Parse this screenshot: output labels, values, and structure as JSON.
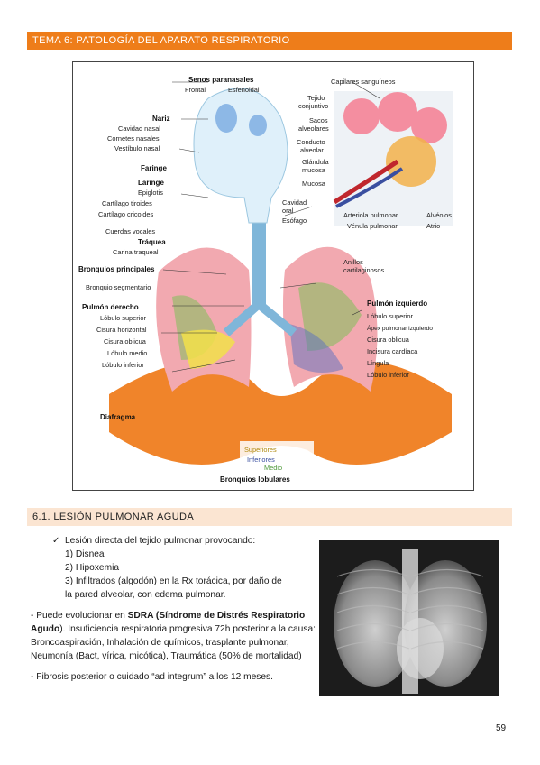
{
  "header": {
    "title": "TEMA 6: PATOLOGÍA DEL APARATO RESPIRATORIO"
  },
  "figure": {
    "left_labels": {
      "senos_title": "Senos paranasales",
      "frontal": "Frontal",
      "esfenoidal": "Esfenoidal",
      "nariz": "Nariz",
      "cavidad_nasal": "Cavidad nasal",
      "cornetes": "Cornetes nasales",
      "vestibulo": "Vestíbulo nasal",
      "faringe": "Faringe",
      "laringe": "Laringe",
      "epiglotis": "Epiglotis",
      "tiroides": "Cartílago tiroides",
      "cricoides": "Cartílago cricoides",
      "cuerdas": "Cuerdas vocales",
      "traquea": "Tráquea",
      "carina": "Carina traqueal",
      "bronquios_principales": "Bronquios principales",
      "bronquio_segmentario": "Bronquio segmentario",
      "pulmon_derecho": "Pulmón derecho",
      "lob_sup": "Lóbulo superior",
      "cisura_h": "Cisura horizontal",
      "cisura_o": "Cisura oblicua",
      "lob_medio": "Lóbulo medio",
      "lob_inf": "Lóbulo inferior",
      "diafragma": "Diafragma"
    },
    "center_labels": {
      "cavidad_oral_1": "Cavidad",
      "cavidad_oral_2": "oral",
      "esofago": "Esófago",
      "anillos_1": "Anillos",
      "anillos_2": "cartilaginosos",
      "superiores": "Superiores",
      "inferiores": "Inferiores",
      "medio": "Medio",
      "bronquios_lobulares": "Bronquios lobulares"
    },
    "right_labels": {
      "capilares": "Capilares sanguíneos",
      "tejido_1": "Tejido",
      "tejido_2": "conjuntivo",
      "sacos_1": "Sacos",
      "sacos_2": "alveolares",
      "conducto_1": "Conducto",
      "conducto_2": "alveolar",
      "glandula_1": "Glándula",
      "glandula_2": "mucosa",
      "mucosa": "Mucosa",
      "arteriola": "Arteriola pulmonar",
      "alveolos": "Alvéolos",
      "venula": "Vénula pulmonar",
      "atrio": "Atrio",
      "pulmon_izquierdo": "Pulmón izquierdo",
      "l_lob_sup": "Lóbulo superior",
      "apex": "Ápex pulmonar izquierdo",
      "l_cisura": "Cisura oblicua",
      "incisura": "Incisura cardíaca",
      "lingula": "Língula",
      "l_lob_inf": "Lóbulo inferior"
    }
  },
  "section": {
    "title": "6.1. LESIÓN PULMONAR AGUDA"
  },
  "content": {
    "check": "✓",
    "bullet_intro": "Lesión directa del tejido pulmonar provocando:",
    "items": [
      "1) Disnea",
      "2) Hipoxemia",
      "3) Infiltrados (algodón) en la Rx torácica, por daño de",
      "la pared alveolar, con edema pulmonar."
    ],
    "p1_pre": "- Puede evolucionar en ",
    "p1_bold": "SDRA (Síndrome de Distrés Respiratorio Agudo",
    "p1_post": "). Insuficiencia respiratoria progresiva 72h posterior a la causa: Broncoaspiración, Inhalación de químicos, trasplante pulmonar, Neumonía (Bact, vírica, micótica), Traumática (50% de mortalidad)",
    "p2": "- Fibrosis posterior o cuidado “ad integrum” a los 12 meses."
  },
  "page_number": "59",
  "colors": {
    "accent": "#ee7d1a",
    "section_bg": "#fbe5d2"
  }
}
